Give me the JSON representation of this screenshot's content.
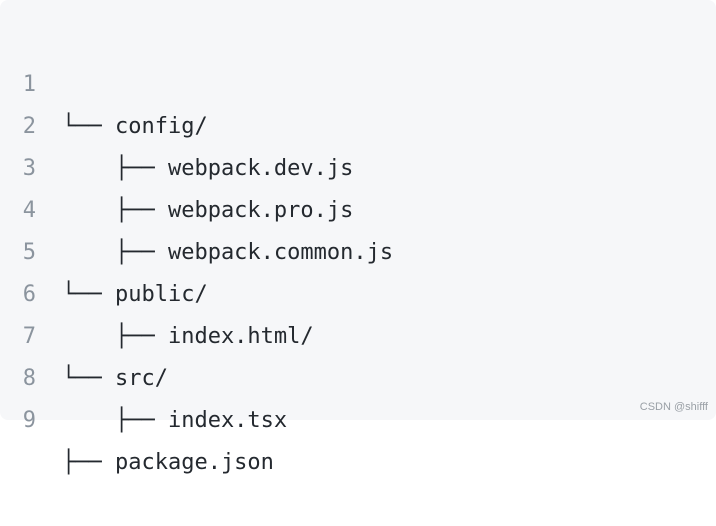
{
  "code_block": {
    "lines": [
      {
        "number": "1",
        "text": "└── config/"
      },
      {
        "number": "2",
        "text": "    ├── webpack.dev.js"
      },
      {
        "number": "3",
        "text": "    ├── webpack.pro.js"
      },
      {
        "number": "4",
        "text": "    ├── webpack.common.js"
      },
      {
        "number": "5",
        "text": "└── public/"
      },
      {
        "number": "6",
        "text": "    ├── index.html/"
      },
      {
        "number": "7",
        "text": "└── src/"
      },
      {
        "number": "8",
        "text": "    ├── index.tsx"
      },
      {
        "number": "9",
        "text": "├── package.json"
      }
    ]
  },
  "watermark": "CSDN @shifff"
}
